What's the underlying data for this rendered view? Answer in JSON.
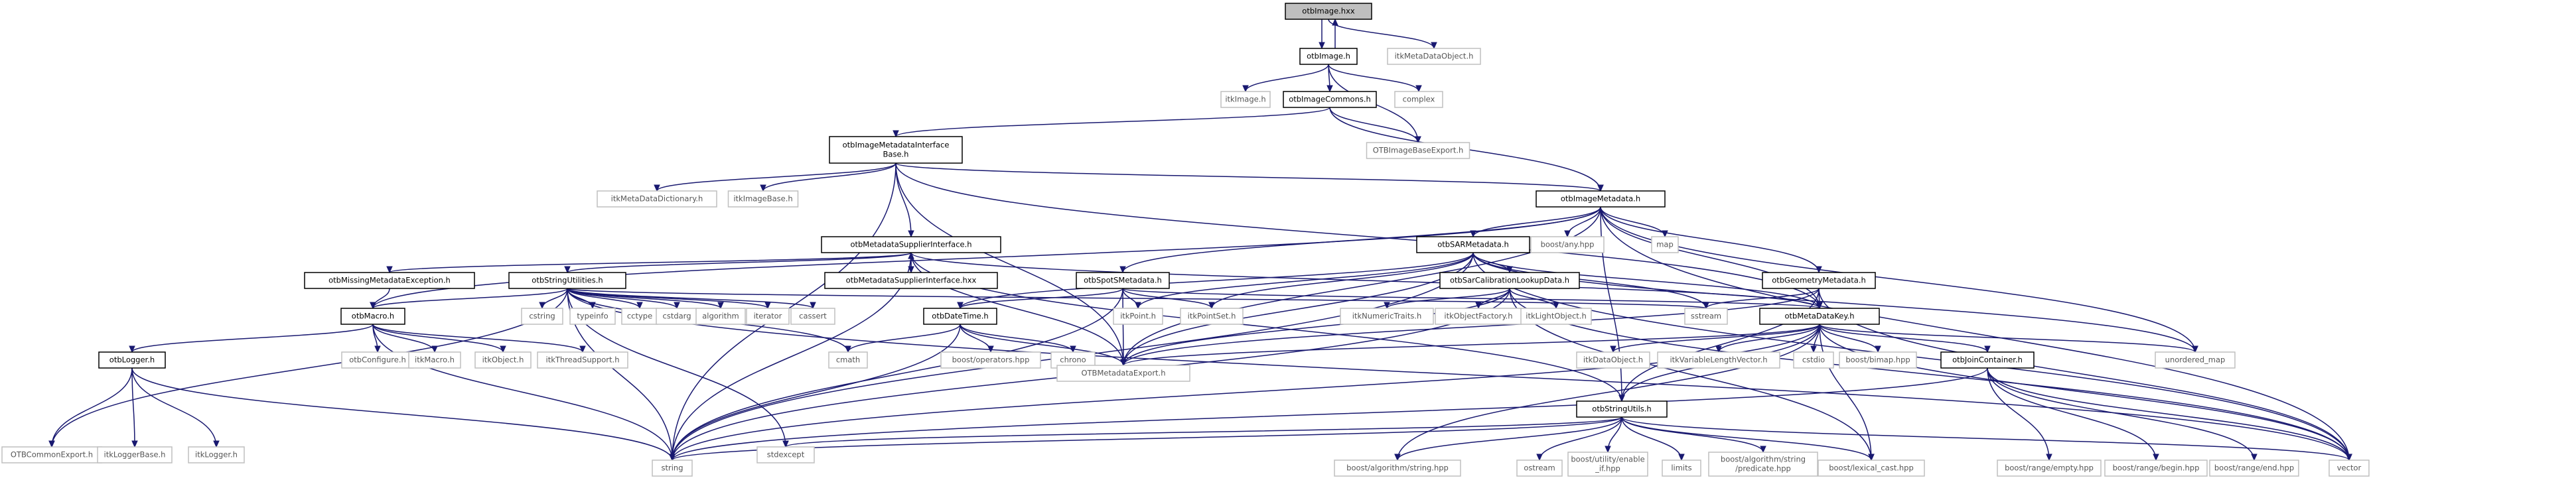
{
  "graph": {
    "title": "otbImage.hxx include dependency graph",
    "colors": {
      "edge": "#191970",
      "root_fill": "#bfbfbf",
      "internal_border": "#000000",
      "external_border": "#bfbfbf"
    },
    "nodes": [
      {
        "id": "n0",
        "label": "otbImage.hxx",
        "kind": "root"
      },
      {
        "id": "n1",
        "label": "otbImage.h",
        "kind": "internal"
      },
      {
        "id": "n2",
        "label": "itkMetaDataObject.h",
        "kind": "external"
      },
      {
        "id": "n3",
        "label": "itkImage.h",
        "kind": "external"
      },
      {
        "id": "n4",
        "label": "otbImageCommons.h",
        "kind": "internal"
      },
      {
        "id": "n5",
        "label": "complex",
        "kind": "external"
      },
      {
        "id": "n6",
        "label": "OTBImageBaseExport.h",
        "kind": "external"
      },
      {
        "id": "n7",
        "label": "otbImageMetadataInterface\nBase.h",
        "kind": "internal"
      },
      {
        "id": "n8",
        "label": "itkMetaDataDictionary.h",
        "kind": "external"
      },
      {
        "id": "n9",
        "label": "itkImageBase.h",
        "kind": "external"
      },
      {
        "id": "n10",
        "label": "otbImageMetadata.h",
        "kind": "internal"
      },
      {
        "id": "n11",
        "label": "otbMetadataSupplierInterface.h",
        "kind": "internal"
      },
      {
        "id": "n12",
        "label": "boost/any.hpp",
        "kind": "external"
      },
      {
        "id": "n13",
        "label": "map",
        "kind": "external"
      },
      {
        "id": "n14",
        "label": "otbSARMetadata.h",
        "kind": "internal"
      },
      {
        "id": "n15",
        "label": "otbMissingMetadataException.h",
        "kind": "internal"
      },
      {
        "id": "n16",
        "label": "otbStringUtilities.h",
        "kind": "internal"
      },
      {
        "id": "n17",
        "label": "otbMetadataSupplierInterface.hxx",
        "kind": "internal"
      },
      {
        "id": "n18",
        "label": "otbSpotSMetadata.h",
        "kind": "internal"
      },
      {
        "id": "n19",
        "label": "otbSarCalibrationLookupData.h",
        "kind": "internal"
      },
      {
        "id": "n20",
        "label": "otbGeometryMetadata.h",
        "kind": "internal"
      },
      {
        "id": "n21",
        "label": "otbMacro.h",
        "kind": "internal"
      },
      {
        "id": "n22",
        "label": "cstring",
        "kind": "external"
      },
      {
        "id": "n23",
        "label": "typeinfo",
        "kind": "external"
      },
      {
        "id": "n24",
        "label": "cctype",
        "kind": "external"
      },
      {
        "id": "n25",
        "label": "cstdarg",
        "kind": "external"
      },
      {
        "id": "n26",
        "label": "algorithm",
        "kind": "external"
      },
      {
        "id": "n27",
        "label": "iterator",
        "kind": "external"
      },
      {
        "id": "n28",
        "label": "cassert",
        "kind": "external"
      },
      {
        "id": "n29",
        "label": "otbDateTime.h",
        "kind": "internal"
      },
      {
        "id": "n30",
        "label": "itkPoint.h",
        "kind": "external"
      },
      {
        "id": "n31",
        "label": "itkPointSet.h",
        "kind": "external"
      },
      {
        "id": "n32",
        "label": "itkNumericTraits.h",
        "kind": "external"
      },
      {
        "id": "n33",
        "label": "itkObjectFactory.h",
        "kind": "external"
      },
      {
        "id": "n34",
        "label": "itkLightObject.h",
        "kind": "external"
      },
      {
        "id": "n35",
        "label": "sstream",
        "kind": "external"
      },
      {
        "id": "n36",
        "label": "otbMetaDataKey.h",
        "kind": "internal"
      },
      {
        "id": "n37",
        "label": "otbLogger.h",
        "kind": "internal"
      },
      {
        "id": "n38",
        "label": "otbConfigure.h",
        "kind": "external"
      },
      {
        "id": "n39",
        "label": "itkMacro.h",
        "kind": "external"
      },
      {
        "id": "n40",
        "label": "itkObject.h",
        "kind": "external"
      },
      {
        "id": "n41",
        "label": "itkThreadSupport.h",
        "kind": "external"
      },
      {
        "id": "n42",
        "label": "cmath",
        "kind": "external"
      },
      {
        "id": "n43",
        "label": "boost/operators.hpp",
        "kind": "external"
      },
      {
        "id": "n44",
        "label": "chrono",
        "kind": "external"
      },
      {
        "id": "n45",
        "label": "OTBMetadataExport.h",
        "kind": "external"
      },
      {
        "id": "n46",
        "label": "itkDataObject.h",
        "kind": "external"
      },
      {
        "id": "n47",
        "label": "itkVariableLengthVector.h",
        "kind": "external"
      },
      {
        "id": "n48",
        "label": "cstdio",
        "kind": "external"
      },
      {
        "id": "n49",
        "label": "boost/bimap.hpp",
        "kind": "external"
      },
      {
        "id": "n50",
        "label": "otbJoinContainer.h",
        "kind": "internal"
      },
      {
        "id": "n51",
        "label": "unordered_map",
        "kind": "external"
      },
      {
        "id": "n52",
        "label": "otbStringUtils.h",
        "kind": "internal"
      },
      {
        "id": "n53",
        "label": "OTBCommonExport.h",
        "kind": "external"
      },
      {
        "id": "n54",
        "label": "itkLoggerBase.h",
        "kind": "external"
      },
      {
        "id": "n55",
        "label": "itkLogger.h",
        "kind": "external"
      },
      {
        "id": "n56",
        "label": "string",
        "kind": "external"
      },
      {
        "id": "n57",
        "label": "stdexcept",
        "kind": "external"
      },
      {
        "id": "n58",
        "label": "boost/algorithm/string.hpp",
        "kind": "external"
      },
      {
        "id": "n59",
        "label": "ostream",
        "kind": "external"
      },
      {
        "id": "n60",
        "label": "boost/utility/enable\n_if.hpp",
        "kind": "external"
      },
      {
        "id": "n61",
        "label": "limits",
        "kind": "external"
      },
      {
        "id": "n62",
        "label": "boost/algorithm/string\n/predicate.hpp",
        "kind": "external"
      },
      {
        "id": "n63",
        "label": "boost/lexical_cast.hpp",
        "kind": "external"
      },
      {
        "id": "n64",
        "label": "boost/range/empty.hpp",
        "kind": "external"
      },
      {
        "id": "n65",
        "label": "boost/range/begin.hpp",
        "kind": "external"
      },
      {
        "id": "n66",
        "label": "boost/range/end.hpp",
        "kind": "external"
      },
      {
        "id": "n67",
        "label": "vector",
        "kind": "external"
      }
    ],
    "edges": [
      [
        "n0",
        "n1"
      ],
      [
        "n1",
        "n0"
      ],
      [
        "n0",
        "n2"
      ],
      [
        "n1",
        "n3"
      ],
      [
        "n1",
        "n4"
      ],
      [
        "n1",
        "n6"
      ],
      [
        "n1",
        "n5"
      ],
      [
        "n4",
        "n7"
      ],
      [
        "n4",
        "n6"
      ],
      [
        "n4",
        "n10"
      ],
      [
        "n7",
        "n8"
      ],
      [
        "n7",
        "n9"
      ],
      [
        "n7",
        "n10"
      ],
      [
        "n7",
        "n11"
      ],
      [
        "n7",
        "n56"
      ],
      [
        "n7",
        "n45"
      ],
      [
        "n7",
        "n36"
      ],
      [
        "n10",
        "n12"
      ],
      [
        "n10",
        "n13"
      ],
      [
        "n10",
        "n14"
      ],
      [
        "n10",
        "n18"
      ],
      [
        "n10",
        "n20"
      ],
      [
        "n10",
        "n36"
      ],
      [
        "n10",
        "n45"
      ],
      [
        "n10",
        "n21"
      ],
      [
        "n10",
        "n67"
      ],
      [
        "n10",
        "n51"
      ],
      [
        "n10",
        "n52"
      ],
      [
        "n11",
        "n15"
      ],
      [
        "n11",
        "n16"
      ],
      [
        "n11",
        "n17"
      ],
      [
        "n17",
        "n11"
      ],
      [
        "n11",
        "n56"
      ],
      [
        "n11",
        "n45"
      ],
      [
        "n11",
        "n52"
      ],
      [
        "n11",
        "n36"
      ],
      [
        "n14",
        "n19"
      ],
      [
        "n14",
        "n36"
      ],
      [
        "n14",
        "n29"
      ],
      [
        "n14",
        "n30"
      ],
      [
        "n14",
        "n31"
      ],
      [
        "n14",
        "n45"
      ],
      [
        "n14",
        "n56"
      ],
      [
        "n14",
        "n67"
      ],
      [
        "n14",
        "n35"
      ],
      [
        "n14",
        "n51"
      ],
      [
        "n15",
        "n21"
      ],
      [
        "n16",
        "n21"
      ],
      [
        "n16",
        "n22"
      ],
      [
        "n16",
        "n23"
      ],
      [
        "n16",
        "n24"
      ],
      [
        "n16",
        "n25"
      ],
      [
        "n16",
        "n26"
      ],
      [
        "n16",
        "n27"
      ],
      [
        "n16",
        "n28"
      ],
      [
        "n16",
        "n56"
      ],
      [
        "n16",
        "n57"
      ],
      [
        "n16",
        "n53"
      ],
      [
        "n16",
        "n42"
      ],
      [
        "n16",
        "n35"
      ],
      [
        "n16",
        "n67"
      ],
      [
        "n18",
        "n29"
      ],
      [
        "n18",
        "n30"
      ],
      [
        "n18",
        "n31"
      ],
      [
        "n18",
        "n45"
      ],
      [
        "n18",
        "n56"
      ],
      [
        "n18",
        "n36"
      ],
      [
        "n19",
        "n32"
      ],
      [
        "n19",
        "n33"
      ],
      [
        "n19",
        "n34"
      ],
      [
        "n19",
        "n45"
      ],
      [
        "n19",
        "n56"
      ],
      [
        "n19",
        "n63"
      ],
      [
        "n19",
        "n67"
      ],
      [
        "n20",
        "n35"
      ],
      [
        "n20",
        "n36"
      ],
      [
        "n20",
        "n45"
      ],
      [
        "n20",
        "n52"
      ],
      [
        "n20",
        "n67"
      ],
      [
        "n21",
        "n37"
      ],
      [
        "n21",
        "n38"
      ],
      [
        "n21",
        "n39"
      ],
      [
        "n21",
        "n40"
      ],
      [
        "n21",
        "n41"
      ],
      [
        "n21",
        "n56"
      ],
      [
        "n29",
        "n42"
      ],
      [
        "n29",
        "n43"
      ],
      [
        "n29",
        "n44"
      ],
      [
        "n29",
        "n45"
      ],
      [
        "n29",
        "n56"
      ],
      [
        "n36",
        "n45"
      ],
      [
        "n36",
        "n46"
      ],
      [
        "n36",
        "n47"
      ],
      [
        "n36",
        "n48"
      ],
      [
        "n36",
        "n49"
      ],
      [
        "n36",
        "n50"
      ],
      [
        "n36",
        "n51"
      ],
      [
        "n36",
        "n52"
      ],
      [
        "n36",
        "n56"
      ],
      [
        "n36",
        "n67"
      ],
      [
        "n36",
        "n58"
      ],
      [
        "n36",
        "n63"
      ],
      [
        "n37",
        "n53"
      ],
      [
        "n37",
        "n54"
      ],
      [
        "n37",
        "n55"
      ],
      [
        "n37",
        "n56"
      ],
      [
        "n50",
        "n64"
      ],
      [
        "n50",
        "n65"
      ],
      [
        "n50",
        "n66"
      ],
      [
        "n50",
        "n56"
      ],
      [
        "n50",
        "n67"
      ],
      [
        "n52",
        " n56"
      ],
      [
        "n52",
        "n57"
      ],
      [
        "n52",
        "n58"
      ],
      [
        "n52",
        "n59"
      ],
      [
        "n52",
        "n60"
      ],
      [
        "n52",
        "n61"
      ],
      [
        "n52",
        "n62"
      ],
      [
        "n52",
        "n63"
      ],
      [
        "n52",
        "n67"
      ]
    ]
  }
}
